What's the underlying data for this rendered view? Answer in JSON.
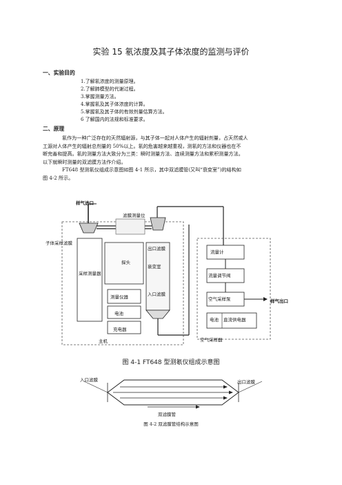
{
  "title": "实验 15   氡浓度及其子体浓度的监测与评价",
  "section1": {
    "heading": "一、实验目的",
    "items": [
      "1.了解氡浓度的测量原理。",
      "2.了解肺模型的代谢过程。",
      "3.掌握测量方法。",
      "4.掌握氡及其子体浓度的计算。",
      "5.掌握氡及其子体的有效剂量估算方法。",
      "6 了解国内的法规和标准要求。"
    ]
  },
  "section2": {
    "heading": "二、原理",
    "para1_lines": [
      "氡作为一种广泛存在的天然辐射源，与其子体一起对人体产生的辐射剂量，占天然或人",
      "工源对人体产生的辐射总剂量的 50%以上。氡的危害越来越重视，测氡的方法和仪器也在不",
      "断完善和提高。氡的测量方法大致分为三类：瞬时测量方法、连续测量方法和累积测量方法。",
      "以下就瞬时测量的双滤膜方法作介绍。"
    ],
    "para2_lines": [
      "FT648 型测氡仪组成示意图如图 4-1 所示，其中双滤膜管(又叫“衰变室”)的结构如",
      "图 4-2 所示。"
    ]
  },
  "figure1": {
    "labels": {
      "inlet": "样气进口",
      "progeny_filter": "子体采样滤膜",
      "filter_position": "滤膜测量位",
      "outlet_filter": "出口滤膜",
      "probe": "探头",
      "sampling_meter": "采样测量器",
      "decay_chamber": "衰变室",
      "inlet_filter": "入口滤膜",
      "instrument": "测量仪器",
      "battery": "电池",
      "charger": "充电器",
      "host": "主机",
      "flowmeter": "流量计",
      "flow_valve": "流量调节阀",
      "air_pump": "空气采样泵",
      "outlet": "样气出口",
      "battery2": "电池",
      "dc_supply": "直流供电器",
      "air_sampler": "空气采样器"
    },
    "caption": "图 4-1    FT648 型测氡仪组成示意图"
  },
  "figure2": {
    "inlet_label": "入口滤膜",
    "outlet_label": "出口滤膜",
    "tube_label": "双滤膜管",
    "caption": "图 4-2  双滤膜管结构示意图"
  }
}
